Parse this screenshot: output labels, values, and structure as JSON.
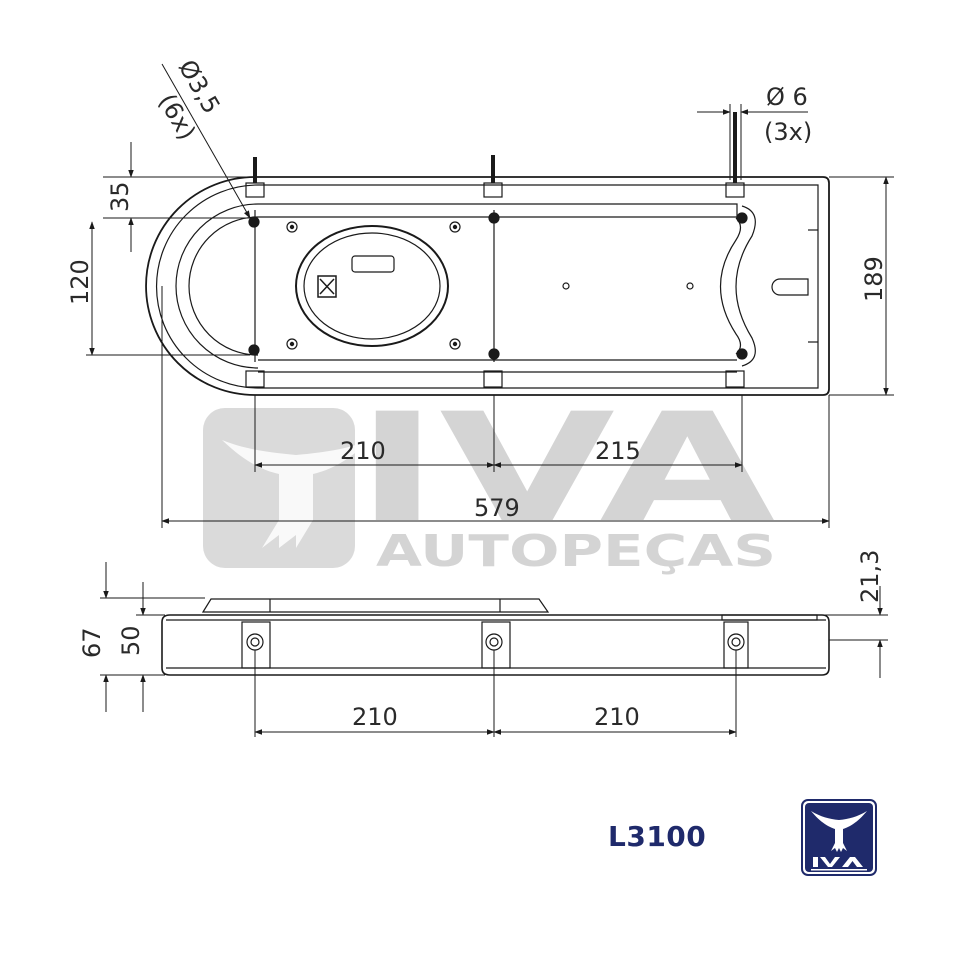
{
  "part_code": "L3100",
  "watermark": {
    "brand_main": "IVA",
    "brand_sub": "AUTOPEÇAS"
  },
  "top_view": {
    "hole_note": {
      "diameter": "Ø3,5",
      "count": "(6x)"
    },
    "stud_note": {
      "diameter": "Ø 6",
      "count": "(3x)"
    },
    "dims": {
      "vertical_35": "35",
      "vertical_120": "120",
      "height_189": "189",
      "span_left": "210",
      "span_right": "215",
      "overall_length": "579"
    }
  },
  "side_view": {
    "dims": {
      "height_67": "67",
      "height_50": "50",
      "height_21_3": "21,3",
      "span_left": "210",
      "span_right": "210"
    }
  },
  "colors": {
    "line": "#1a1a1a",
    "brand_navy": "#1f2a6b",
    "watermark": "#d0d0d0"
  }
}
